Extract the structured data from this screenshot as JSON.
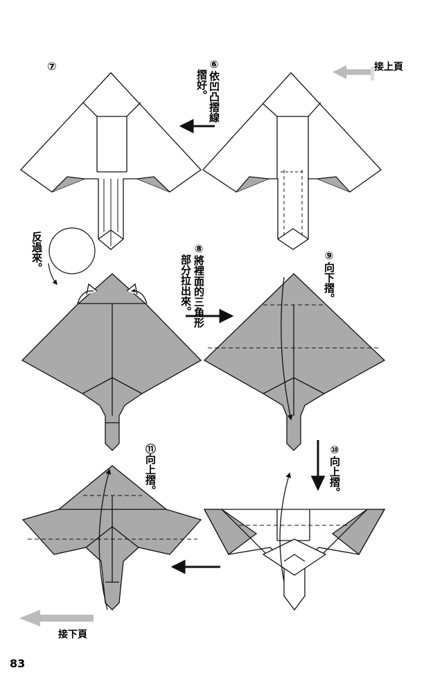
{
  "page": {
    "number": "83"
  },
  "nav": {
    "prev_page": "接上頁",
    "next_page": "接下頁"
  },
  "colors": {
    "paper": "#aaaaaa",
    "outline": "#111111",
    "arrow_nav": "#bbbbbb"
  },
  "steps": {
    "step6": {
      "number": "⑥",
      "line1": "依凹凸摺線",
      "line2": "摺好。"
    },
    "step7": {
      "number": "⑦"
    },
    "turn_over": {
      "text": "反過來。"
    },
    "step8": {
      "number": "⑧",
      "line1": "將裡面的三角形",
      "line2": "部分拉出來。"
    },
    "step9": {
      "number": "⑨",
      "text": "向下摺。"
    },
    "step10": {
      "number": "⑩",
      "text": "向上摺。"
    },
    "step11": {
      "number": "⑪",
      "text": "向上摺。"
    }
  }
}
